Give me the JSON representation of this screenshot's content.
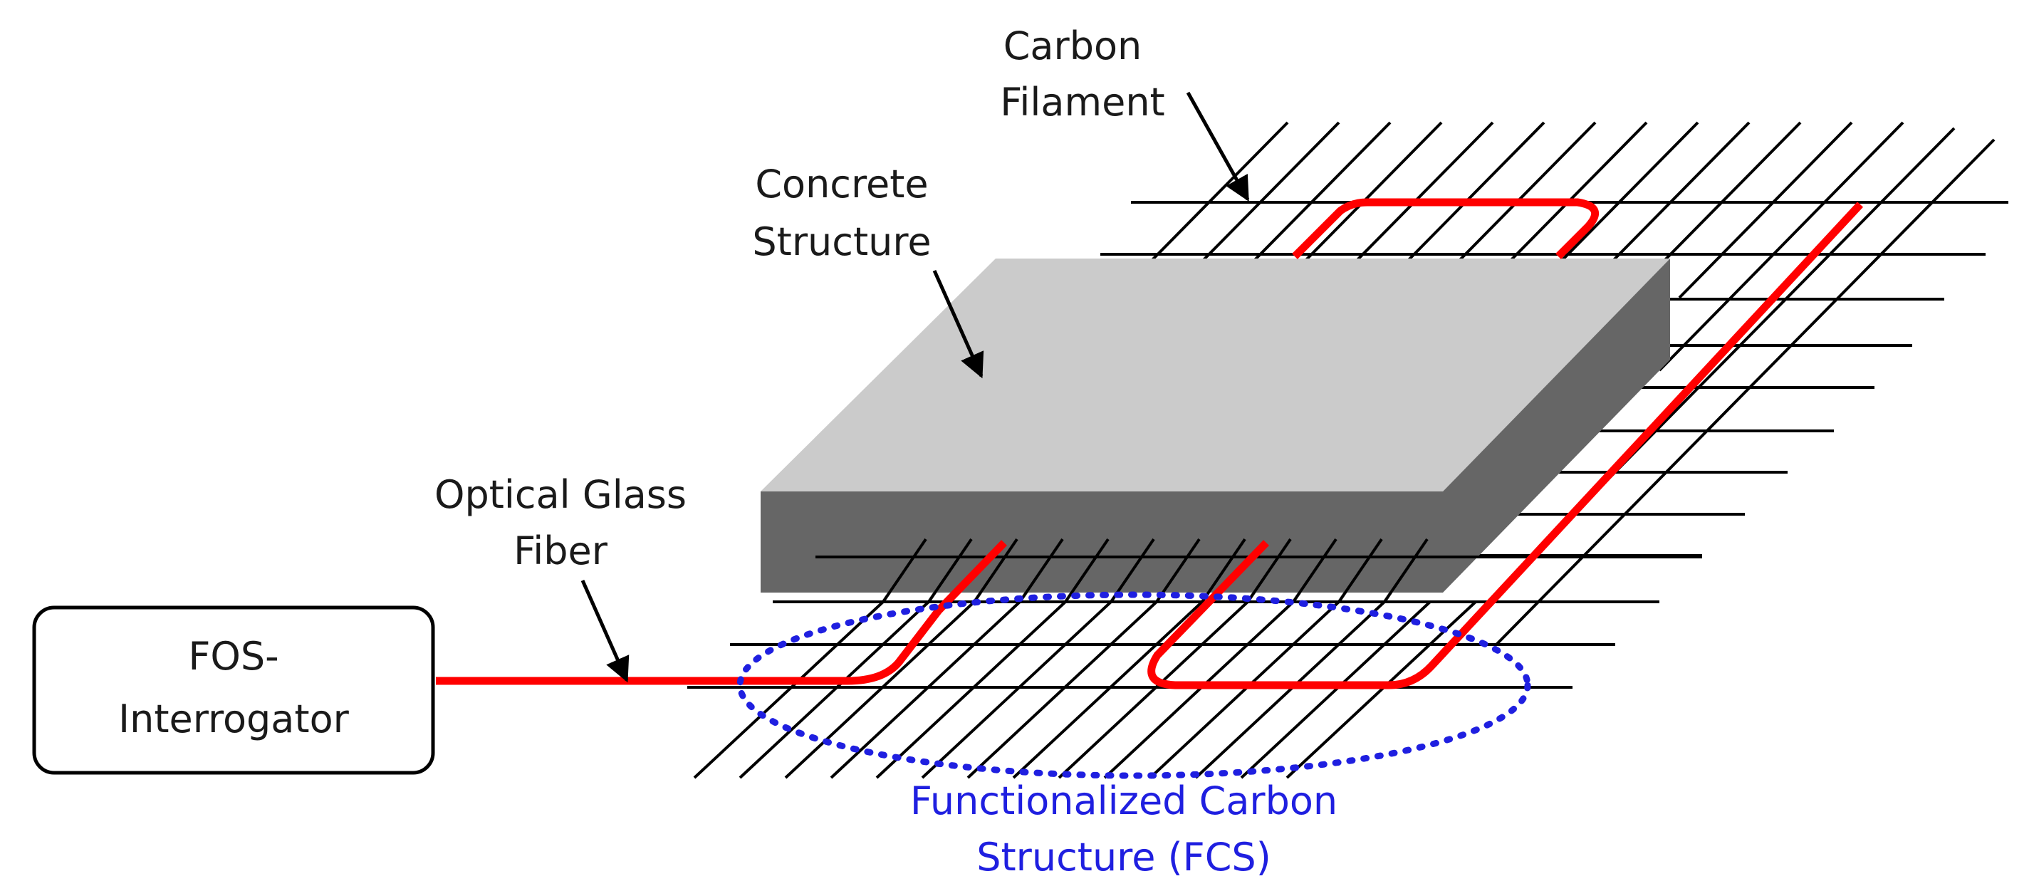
{
  "labels": {
    "carbon_filament": [
      "Carbon",
      "Filament"
    ],
    "concrete_structure": [
      "Concrete",
      "Structure"
    ],
    "optical_glass_fiber": [
      "Optical Glass",
      "Fiber"
    ],
    "fos_interrogator": [
      "FOS-",
      "Interrogator"
    ],
    "fcs": [
      "Functionalized Carbon",
      "Structure (FCS)"
    ]
  },
  "colors": {
    "fiber": "#ff0000",
    "fcs_outline": "#1f1fe0",
    "concrete_top": "#cbcbcb",
    "concrete_front": "#666666",
    "grid": "#000000"
  }
}
